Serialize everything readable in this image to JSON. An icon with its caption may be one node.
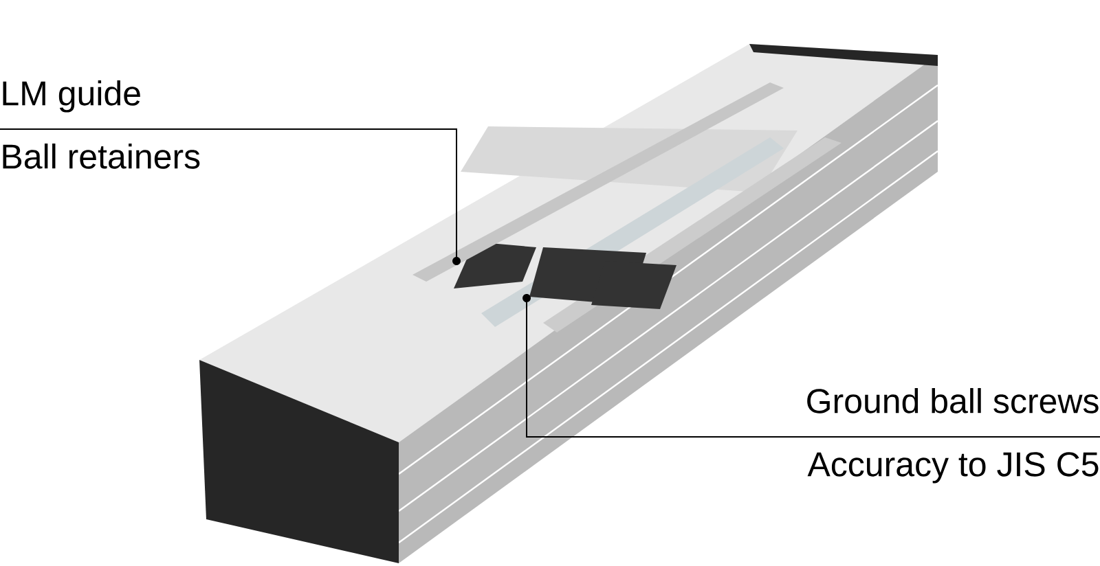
{
  "diagram": {
    "nodes": [
      {
        "text": [
          "LM guide",
          "Ball retainers"
        ]
      },
      {
        "text": [],
        "shape": "circle"
      },
      {
        "text": [
          "Ground ball screws",
          "Accuracy to JIS C5"
        ]
      },
      {
        "text": [],
        "shape": "circle"
      }
    ],
    "edges": [
      {
        "from": 0,
        "to": 1,
        "arrow": "none"
      },
      {
        "from": 2,
        "to": 3,
        "arrow": "none"
      }
    ]
  }
}
